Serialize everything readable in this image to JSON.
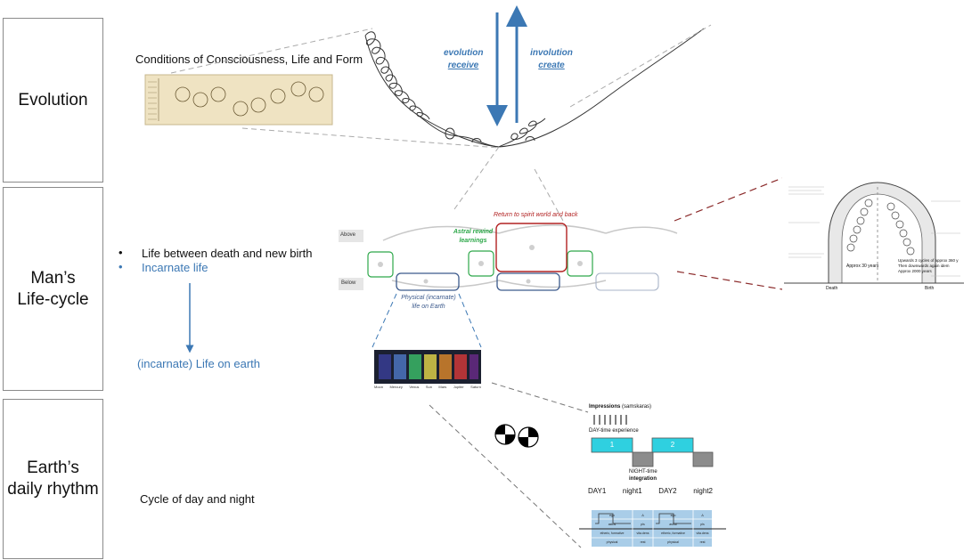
{
  "rows": {
    "evolution": "Evolution",
    "man_line1": "Man’s",
    "man_line2": "Life-cycle",
    "earth_line1": "Earth’s",
    "earth_line2": "daily rhythm"
  },
  "conditions_title": "Conditions of Consciousness, Life and Form",
  "arrows": {
    "evolution_line1": "evolution",
    "evolution_line2": "receive",
    "involution_line1": "involution",
    "involution_line2": "create"
  },
  "lifecycle": {
    "bullet1": "Life between death and new birth",
    "bullet2": "Incarnate life",
    "life_on_earth": "(incarnate) Life on earth"
  },
  "cycle_day_night": "Cycle of day and night",
  "middle_diagram": {
    "above": "Above",
    "below": "Below",
    "astral_line1": "Astral rewind",
    "astral_line2": "learnings",
    "return_label": "Return to spirit world and back",
    "physical_line1": "Physical (incarnate)",
    "physical_line2": "life on Earth"
  },
  "planet_strip_labels": [
    "Moon",
    "Mercury",
    "Venus",
    "Sun",
    "Mars",
    "Jupiter",
    "Saturn"
  ],
  "right_diagram": {
    "approx30": "Approx 30 years",
    "upwards_line1": "Upwards 3 cycles of approx 360 y",
    "upwards_line2": "Then downwards again idem",
    "upwards_line3": "Approx 2000 years",
    "death": "Death",
    "birth": "Birth"
  },
  "day_night": {
    "impressions": "Impressions",
    "samskaras": "(samskaras)",
    "day_experience": "DAY-time experience",
    "box1": "1",
    "box2": "2",
    "night_time": "NIGHT-time",
    "integration": "integration",
    "labels": [
      "DAY1",
      "night1",
      "DAY2",
      "night2"
    ]
  },
  "bottom_table": {
    "r1": [
      "ego",
      "ego",
      "Δ",
      "Δ"
    ],
    "r2": [
      "astral",
      "astral",
      "pls",
      "pls"
    ],
    "r3": [
      "etheric, formative",
      "etheric, formative",
      "vita.dens",
      "vita.dens"
    ],
    "r4": [
      "physical",
      "physical",
      "rest",
      "rest"
    ]
  },
  "colors": {
    "accent_blue": "#3c78b4",
    "green": "#2ea84a",
    "red": "#b22222",
    "cyan_box": "#2fd0e0",
    "grey_box": "#8c8c8c"
  }
}
